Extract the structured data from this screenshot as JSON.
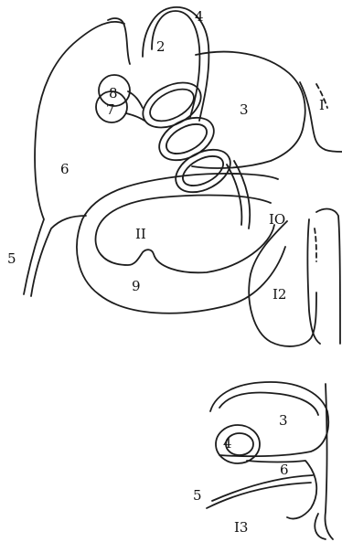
{
  "labels": {
    "l1": "I",
    "l2": "2",
    "l3": "3",
    "l4": "4",
    "l5": "5",
    "l6": "6",
    "l7": "7",
    "l8": "8",
    "l9": "9",
    "l10": "IO",
    "l11": "II",
    "l12": "I2",
    "s3": "3",
    "s4": "4",
    "s5": "5",
    "s6": "6",
    "s13": "I3"
  }
}
